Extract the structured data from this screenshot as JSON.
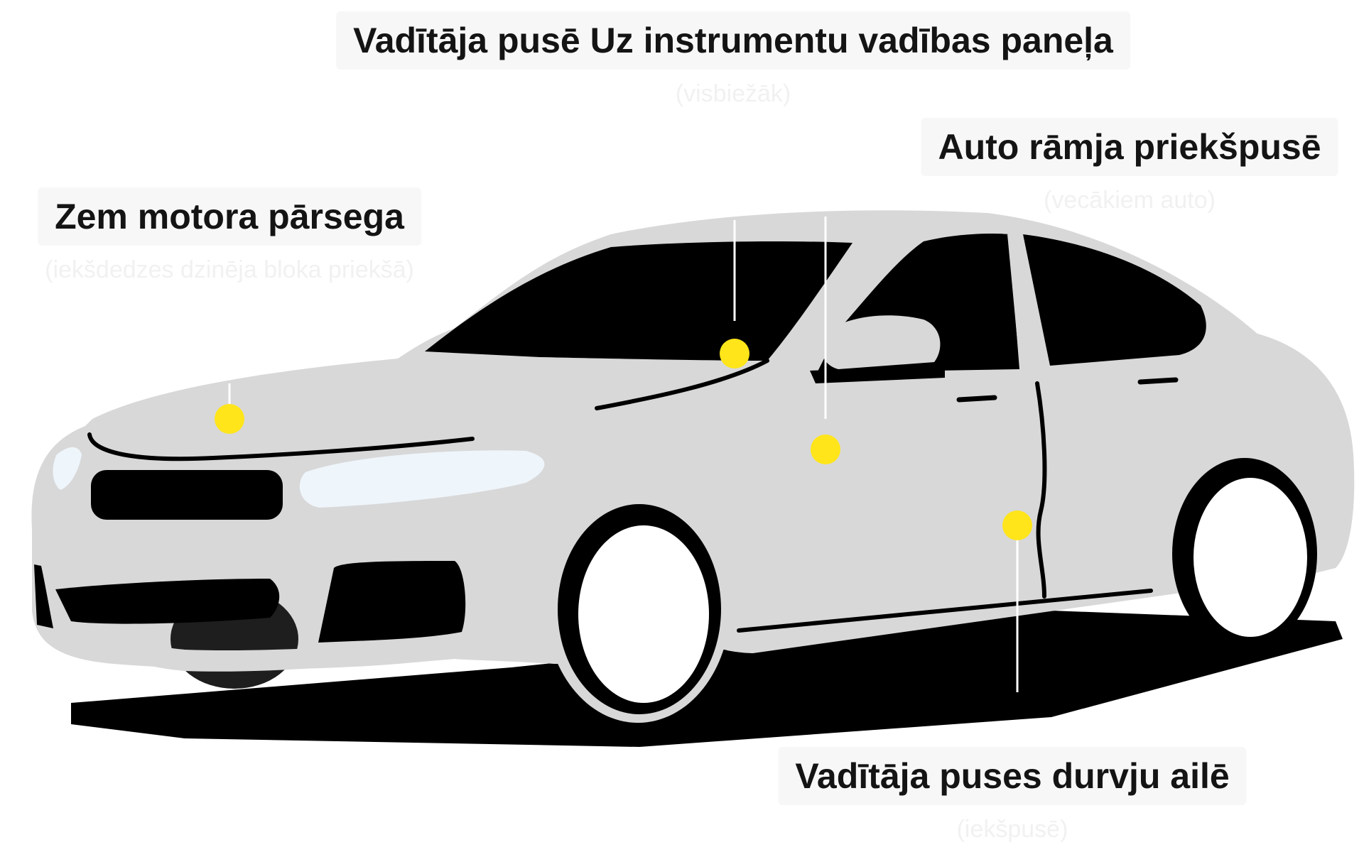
{
  "colors": {
    "body": "#d8d8d8",
    "glass": "#000000",
    "tyre": "#000000",
    "rim": "#ffffff",
    "headlight": "#eef5fb",
    "marker": "#ffe51a",
    "label_bg": "#f7f7f7"
  },
  "callouts": {
    "dashboard": {
      "title": "Vadītāja pusē Uz instrumentu vadības paneļa",
      "subtitle": "(visbiežāk)"
    },
    "frame": {
      "title": "Auto rāmja priekšpusē",
      "subtitle": "(vecākiem auto)"
    },
    "hood": {
      "title": "Zem motora pārsega",
      "subtitle": "(iekšdedzes dzinēja bloka priekšā)"
    },
    "door": {
      "title": "Vadītāja puses durvju ailē",
      "subtitle": "(iekšpusē)"
    }
  }
}
